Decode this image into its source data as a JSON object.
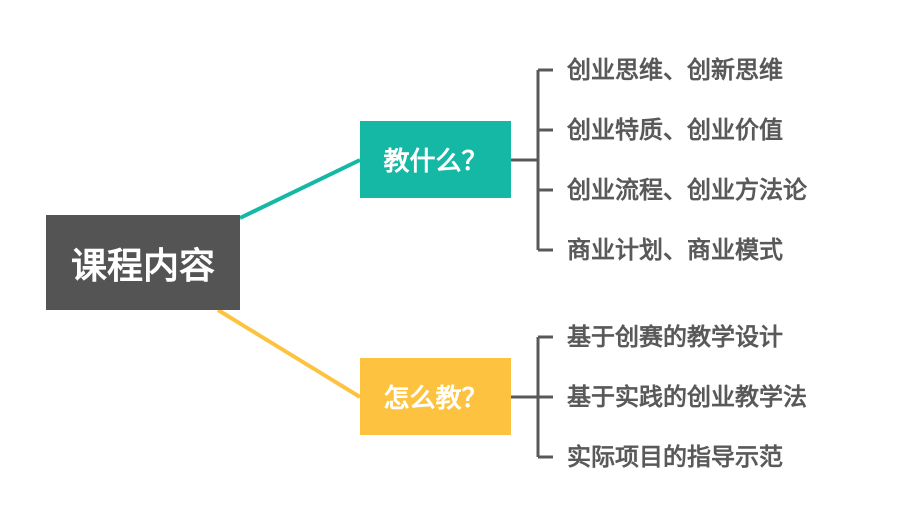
{
  "colors": {
    "root": "#545454",
    "teal": "#14b8a5",
    "yellow": "#fdc340",
    "line": "#595959",
    "leaf_text": "#595959"
  },
  "root": {
    "label": "课程内容"
  },
  "branches": [
    {
      "label": "教什么？",
      "leaves": [
        "创业思维、创新思维",
        "创业特质、创业价值",
        "创业流程、创业方法论",
        "商业计划、商业模式"
      ]
    },
    {
      "label": "怎么教？",
      "leaves": [
        "基于创赛的教学设计",
        "基于实践的创业教学法",
        "实际项目的指导示范"
      ]
    }
  ]
}
